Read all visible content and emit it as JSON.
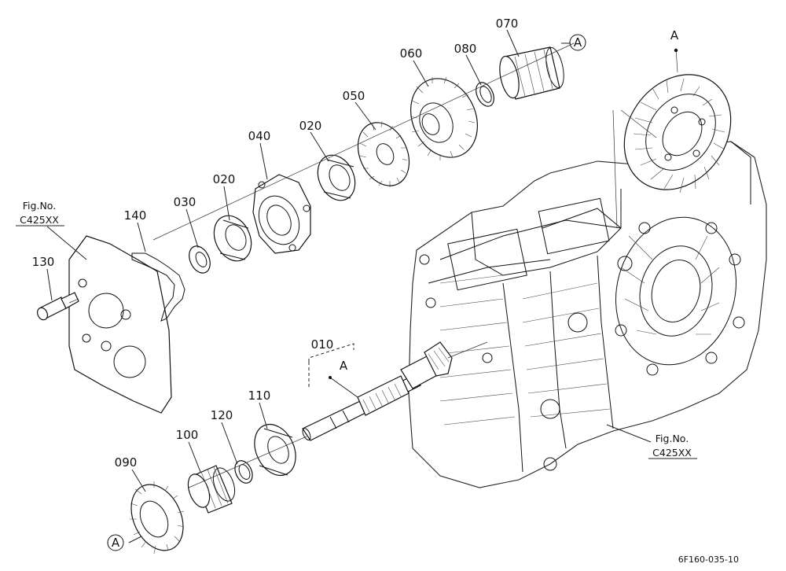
{
  "parts": [
    {
      "id": "010",
      "label": "010"
    },
    {
      "id": "020a",
      "label": "020"
    },
    {
      "id": "020b",
      "label": "020"
    },
    {
      "id": "030",
      "label": "030"
    },
    {
      "id": "040",
      "label": "040"
    },
    {
      "id": "050",
      "label": "050"
    },
    {
      "id": "060",
      "label": "060"
    },
    {
      "id": "070",
      "label": "070"
    },
    {
      "id": "080",
      "label": "080"
    },
    {
      "id": "090",
      "label": "090"
    },
    {
      "id": "100",
      "label": "100"
    },
    {
      "id": "110",
      "label": "110"
    },
    {
      "id": "120",
      "label": "120"
    },
    {
      "id": "130",
      "label": "130"
    },
    {
      "id": "140",
      "label": "140"
    }
  ],
  "callouts": {
    "circle_a": "A",
    "assembly_a": "A",
    "gear_a": "A"
  },
  "fig_refs": [
    {
      "line1": "Fig.No.",
      "line2": "C425XX"
    },
    {
      "line1": "Fig.No.",
      "line2": "C425XX"
    }
  ],
  "drawing_code": "6F160-035-10"
}
